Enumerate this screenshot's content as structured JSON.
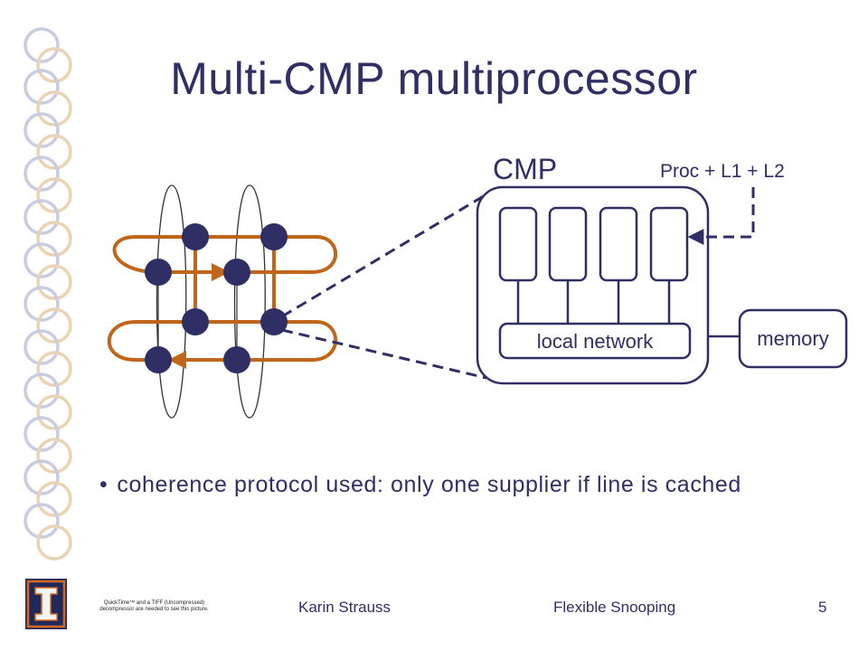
{
  "slide": {
    "title": "Multi-CMP multiprocessor",
    "bullet": "coherence protocol used: only one supplier if line is cached",
    "colors": {
      "text": "#2f2f66",
      "ring_orange": "#c0661a",
      "node": "#2f2f66"
    }
  },
  "diagram": {
    "cmp_label": "CMP",
    "proc_label": "Proc + L1 + L2",
    "local_network_label": "local network",
    "memory_label": "memory"
  },
  "footer": {
    "author": "Karin Strauss",
    "subtitle": "Flexible Snooping",
    "page_number": "5",
    "quicktime_note": "QuickTime™ and a TIFF (Uncompressed) decompressor are needed to see this picture."
  }
}
